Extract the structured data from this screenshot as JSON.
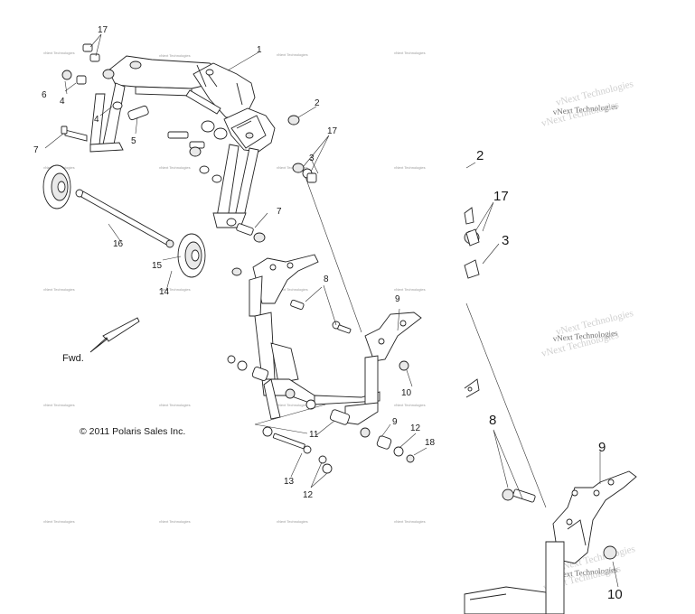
{
  "callouts_main": [
    {
      "id": "c1",
      "text": "1"
    },
    {
      "id": "c2",
      "text": "2"
    },
    {
      "id": "c3",
      "text": "3"
    },
    {
      "id": "c4a",
      "text": "4"
    },
    {
      "id": "c4b",
      "text": "4"
    },
    {
      "id": "c5",
      "text": "5"
    },
    {
      "id": "c6",
      "text": "6"
    },
    {
      "id": "c7a",
      "text": "7"
    },
    {
      "id": "c7b",
      "text": "7"
    },
    {
      "id": "c8",
      "text": "8"
    },
    {
      "id": "c9a",
      "text": "9"
    },
    {
      "id": "c9b",
      "text": "9"
    },
    {
      "id": "c10",
      "text": "10"
    },
    {
      "id": "c11",
      "text": "11"
    },
    {
      "id": "c12a",
      "text": "12"
    },
    {
      "id": "c12b",
      "text": "12"
    },
    {
      "id": "c13",
      "text": "13"
    },
    {
      "id": "c14",
      "text": "14"
    },
    {
      "id": "c15",
      "text": "15"
    },
    {
      "id": "c16",
      "text": "16"
    },
    {
      "id": "c17a",
      "text": "17"
    },
    {
      "id": "c17b",
      "text": "17"
    },
    {
      "id": "c18",
      "text": "18"
    }
  ],
  "callouts_detail": [
    {
      "id": "d2",
      "text": "2"
    },
    {
      "id": "d17",
      "text": "17"
    },
    {
      "id": "d3",
      "text": "3"
    },
    {
      "id": "d8",
      "text": "8"
    },
    {
      "id": "d9",
      "text": "9"
    },
    {
      "id": "d10",
      "text": "10"
    }
  ],
  "fwd_label": "Fwd.",
  "copyright": "© 2011 Polaris Sales Inc.",
  "watermark": "vNext Technologies"
}
